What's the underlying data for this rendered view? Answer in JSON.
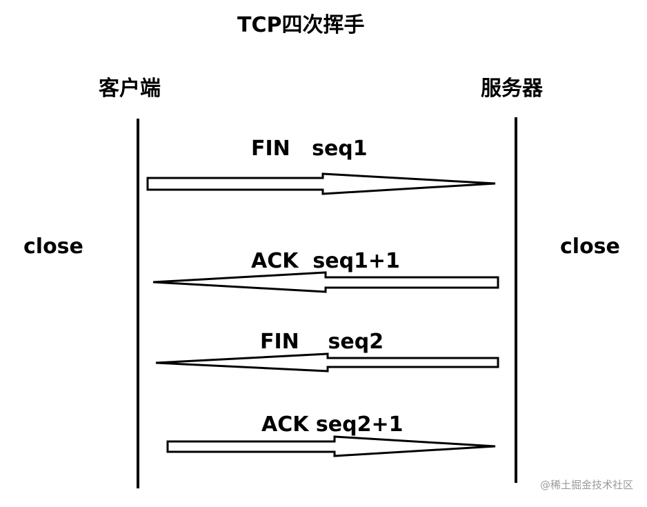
{
  "title": "TCP四次挥手",
  "client": "客户端",
  "server": "服务器",
  "client_state": "close",
  "server_state": "close",
  "messages": [
    {
      "label": "FIN   seq1",
      "direction": "client-to-server"
    },
    {
      "label": "ACK  seq1+1",
      "direction": "server-to-client"
    },
    {
      "label": "FIN    seq2",
      "direction": "server-to-client"
    },
    {
      "label": "ACK seq2+1",
      "direction": "client-to-server"
    }
  ],
  "watermark": "@稀土掘金技术社区"
}
